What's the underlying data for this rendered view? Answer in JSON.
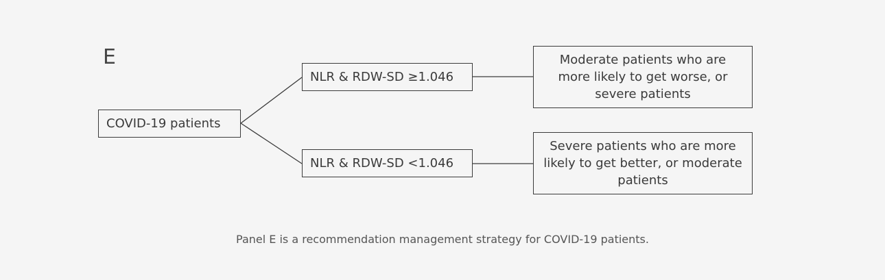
{
  "panel": {
    "letter": "E"
  },
  "root": {
    "label": "COVID-19 patients"
  },
  "branches": [
    {
      "condition": "NLR & RDW-SD ≥1.046",
      "outcome": "Moderate patients who are\nmore likely to get worse, or\nsevere patients"
    },
    {
      "condition": "NLR & RDW-SD <1.046",
      "outcome": "Severe patients who are more\nlikely to get better, or moderate\npatients"
    }
  ],
  "caption": "Panel E is a recommendation management strategy for COVID-19 patients.",
  "colors": {
    "background": "#f5f5f5",
    "line": "#3a3a3a",
    "text": "#3a3a3a"
  }
}
